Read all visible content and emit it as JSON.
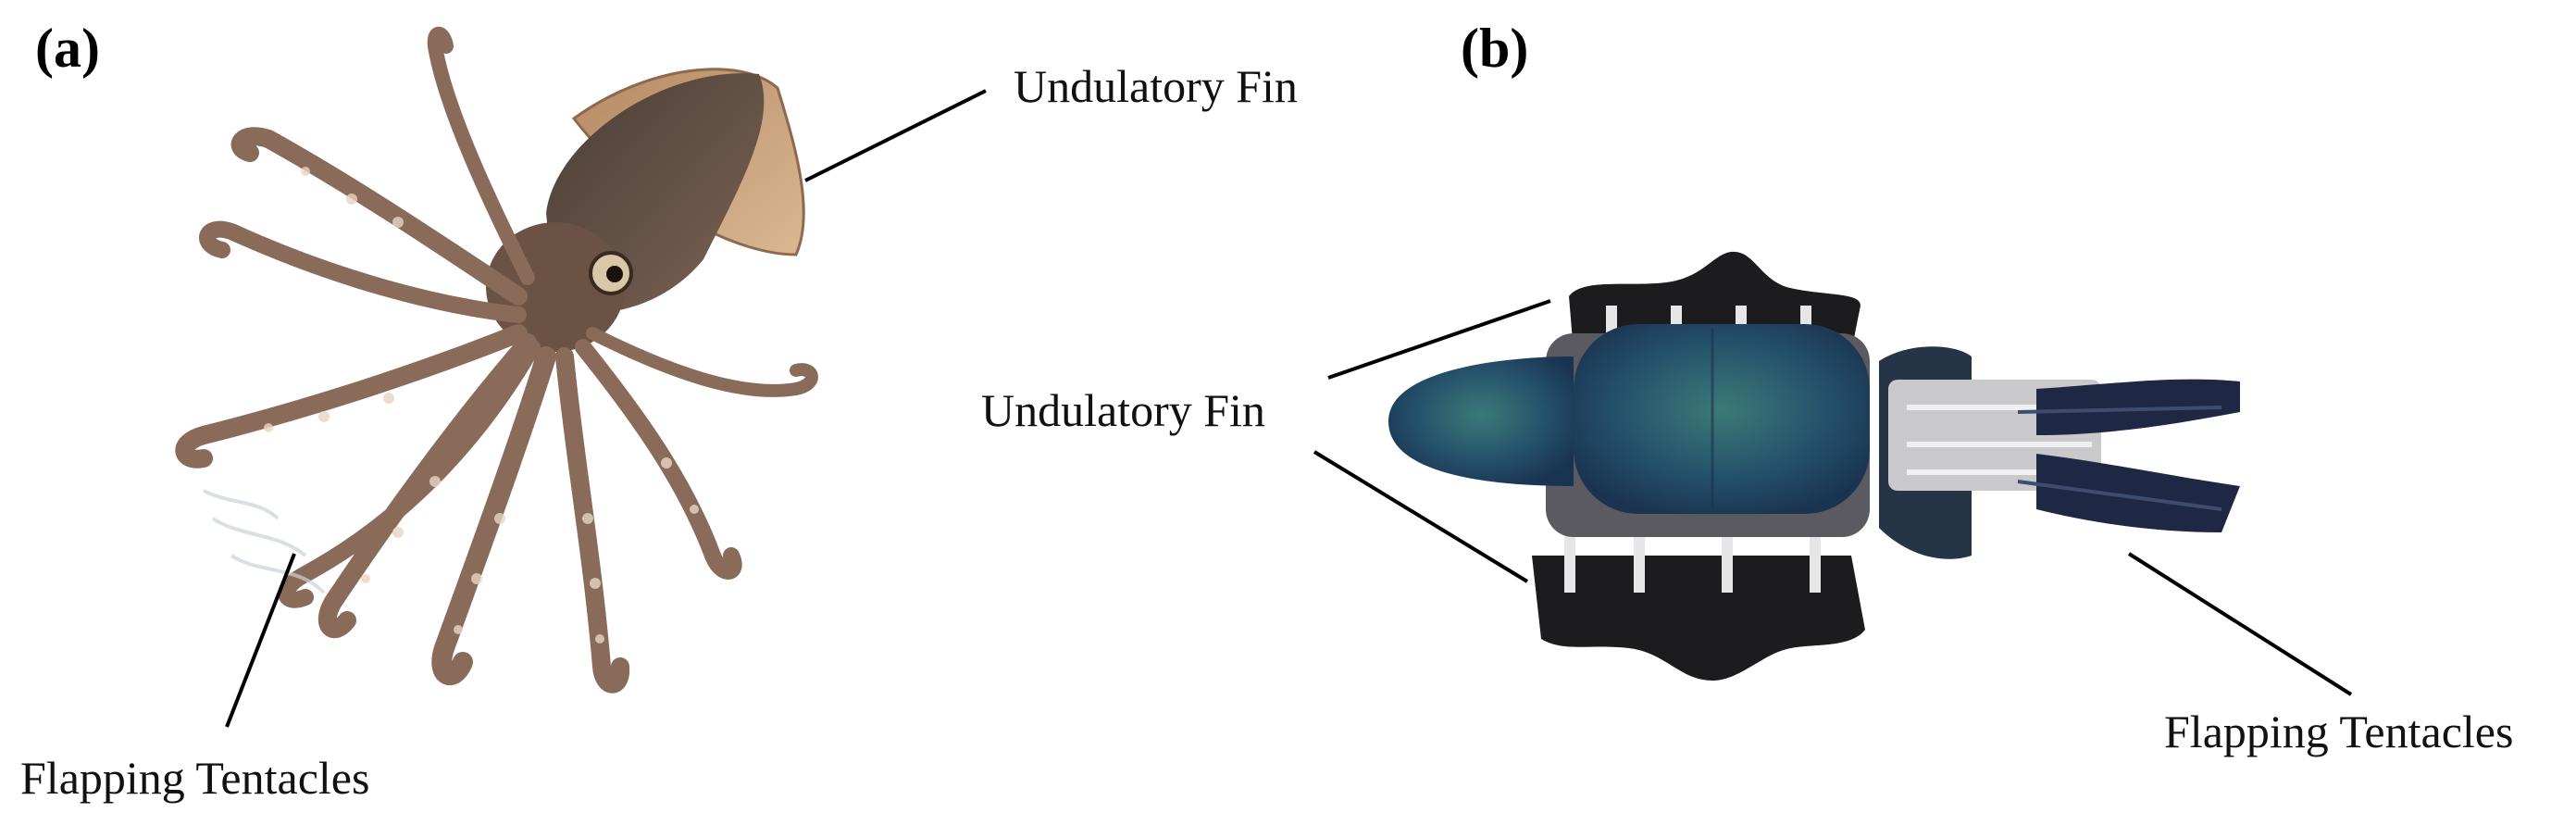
{
  "panel_a": {
    "label": "(a)",
    "callouts": {
      "fin": "Undulatory Fin",
      "tentacles": "Flapping Tentacles"
    },
    "illustration": "squid-illustration"
  },
  "panel_b": {
    "label": "(b)",
    "callouts": {
      "fin": "Undulatory Fin",
      "tentacles": "Flapping Tentacles"
    },
    "illustration": "robotic-squid-photo"
  },
  "colors": {
    "squid_body": "#6e5648",
    "squid_fin": "#c9a17c",
    "robot_shell": "#2f5d6b",
    "robot_fin": "#1c1c1f",
    "leader_line": "#000000"
  }
}
